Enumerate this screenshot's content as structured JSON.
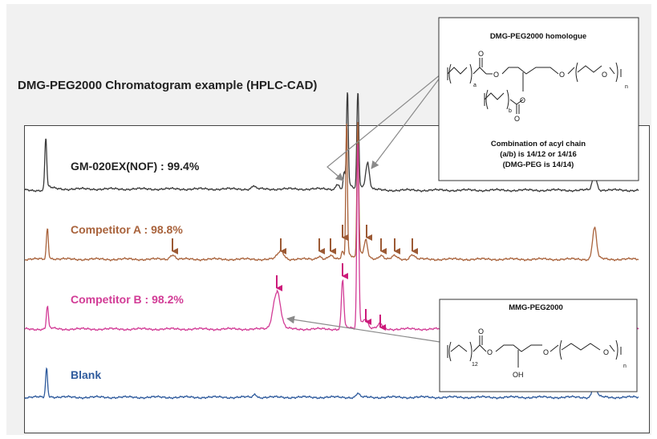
{
  "title": "DMG-PEG2000 Chromatogram example (HPLC-CAD)",
  "colors": {
    "gm": "#3a3a3a",
    "competitor_a": "#a9633c",
    "competitor_b": "#d23c96",
    "blank": "#2f5b9d",
    "arrow_a": "#9c5a35",
    "arrow_b": "#cc1a7a",
    "callout": "#8a8a8a"
  },
  "chart_data": {
    "type": "line",
    "title": "DMG-PEG2000 Chromatogram example (HPLC-CAD)",
    "xlabel": "",
    "ylabel": "",
    "grid": false,
    "series": [
      {
        "name": "GM-020EX(NOF) : 99.4%",
        "peaks": [
          {
            "t": 57,
            "h": 64,
            "w": 1.2
          },
          {
            "t": 316,
            "h": 4,
            "w": 2
          },
          {
            "t": 421,
            "h": 8,
            "w": 2
          },
          {
            "t": 429,
            "h": 22,
            "w": 1.3
          },
          {
            "t": 433,
            "h": 120,
            "w": 1.1
          },
          {
            "t": 446,
            "h": 120,
            "w": 1.2
          },
          {
            "t": 458,
            "h": 32,
            "w": 2.3
          },
          {
            "t": 741,
            "h": 20,
            "w": 2.5
          }
        ]
      },
      {
        "name": "Competitor A : 98.8%",
        "peaks": [
          {
            "t": 59,
            "h": 38,
            "w": 1.2
          },
          {
            "t": 215,
            "h": 6,
            "w": 3
          },
          {
            "t": 350,
            "h": 10,
            "w": 4
          },
          {
            "t": 398,
            "h": 4,
            "w": 3
          },
          {
            "t": 412,
            "h": 4,
            "w": 3
          },
          {
            "t": 427,
            "h": 10,
            "w": 1.5
          },
          {
            "t": 432,
            "h": 170,
            "w": 1.0
          },
          {
            "t": 446,
            "h": 170,
            "w": 1.1
          },
          {
            "t": 456,
            "h": 20,
            "w": 2
          },
          {
            "t": 475,
            "h": 5,
            "w": 3
          },
          {
            "t": 492,
            "h": 4,
            "w": 3
          },
          {
            "t": 514,
            "h": 6,
            "w": 3
          },
          {
            "t": 741,
            "h": 38,
            "w": 2.5
          }
        ]
      },
      {
        "name": "Competitor B : 98.2%",
        "peaks": [
          {
            "t": 59,
            "h": 28,
            "w": 1.2
          },
          {
            "t": 345,
            "h": 46,
            "w": 4.5
          },
          {
            "t": 427,
            "h": 60,
            "w": 1.5
          },
          {
            "t": 446,
            "h": 230,
            "w": 1.2
          },
          {
            "t": 456,
            "h": 10,
            "w": 2.5
          },
          {
            "t": 474,
            "h": 6,
            "w": 3
          },
          {
            "t": 741,
            "h": 20,
            "w": 2.5
          }
        ]
      },
      {
        "name": "Blank",
        "peaks": [
          {
            "t": 58,
            "h": 35,
            "w": 1.2
          },
          {
            "t": 318,
            "h": 4,
            "w": 2
          },
          {
            "t": 446,
            "h": 5,
            "w": 2
          },
          {
            "t": 741,
            "h": 20,
            "w": 2.5
          }
        ]
      }
    ],
    "arrows_a": [
      215,
      350,
      398,
      412,
      427,
      457,
      475,
      492,
      514
    ],
    "arrows_b": [
      345,
      427,
      456,
      474
    ]
  },
  "annotations": {
    "dmg_box": {
      "title": "DMG-PEG2000 homologue",
      "note_line1": "Combination of acyl chain",
      "note_line2": "(a/b) is 14/12 or 14/16",
      "note_line3": "(DMG-PEG is 14/14)",
      "sub_a": "a",
      "sub_b": "b",
      "sub_n": "n"
    },
    "mmg_box": {
      "title": "MMG-PEG2000",
      "sub_12": "12",
      "sub_n": "n",
      "oh": "OH"
    },
    "atom_o": "O"
  }
}
